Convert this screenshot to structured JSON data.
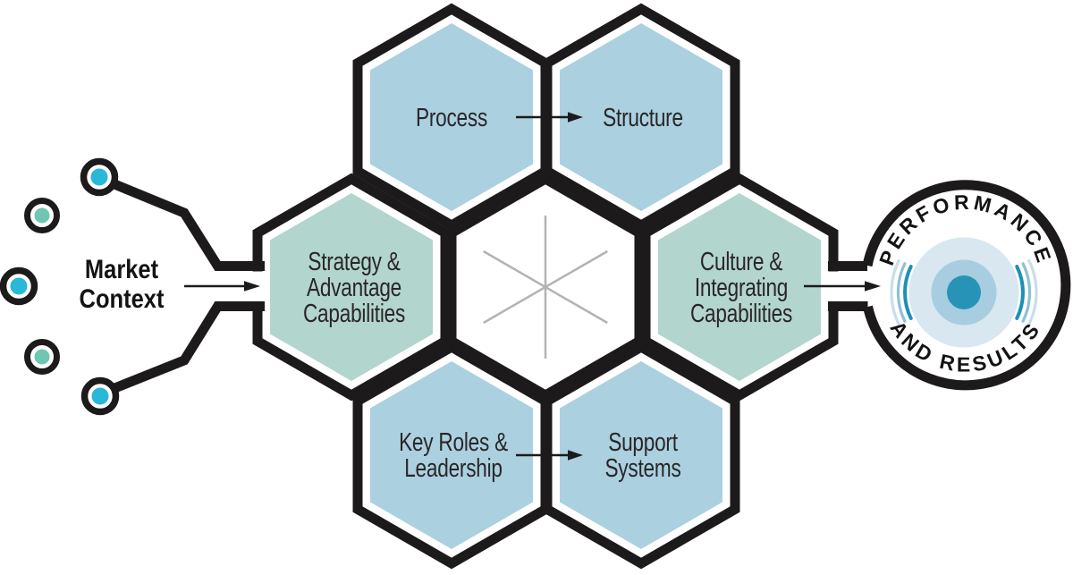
{
  "market_context": {
    "lines": [
      "Market",
      "Context"
    ]
  },
  "hexagons": {
    "process": {
      "label_lines": [
        "Process"
      ],
      "fill": "#abd0e0"
    },
    "structure": {
      "label_lines": [
        "Structure"
      ],
      "fill": "#abd0e0"
    },
    "strategy": {
      "label_lines": [
        "Strategy &",
        "Advantage",
        "Capabilities"
      ],
      "fill": "#b2d5cd"
    },
    "center": {
      "label_lines": [],
      "fill": "#ffffff"
    },
    "culture": {
      "label_lines": [
        "Culture &",
        "Integrating",
        "Capabilities"
      ],
      "fill": "#b2d5cd"
    },
    "key_roles": {
      "label_lines": [
        "Key Roles &",
        "Leadership"
      ],
      "fill": "#abd0e0"
    },
    "support": {
      "label_lines": [
        "Support",
        "Systems"
      ],
      "fill": "#abd0e0"
    }
  },
  "outcome": {
    "arc_top": "PERFORMANCE",
    "arc_bottom": "AND RESULTS",
    "bullseye": {
      "outer": "#d8e7f0",
      "middle": "#a8cde0",
      "inner": "#2793b7"
    },
    "ripples": {
      "inner": "#1e90b4",
      "middle": "#8fc0d6",
      "outer": "#c9dee9"
    }
  },
  "dots": {
    "cyan": "#29b8d8",
    "green": "#6fc7b2"
  },
  "colors": {
    "line_black": "#1c1a1b",
    "asterisk_gray": "#b3b3b3",
    "label_text": "#2a2627"
  }
}
